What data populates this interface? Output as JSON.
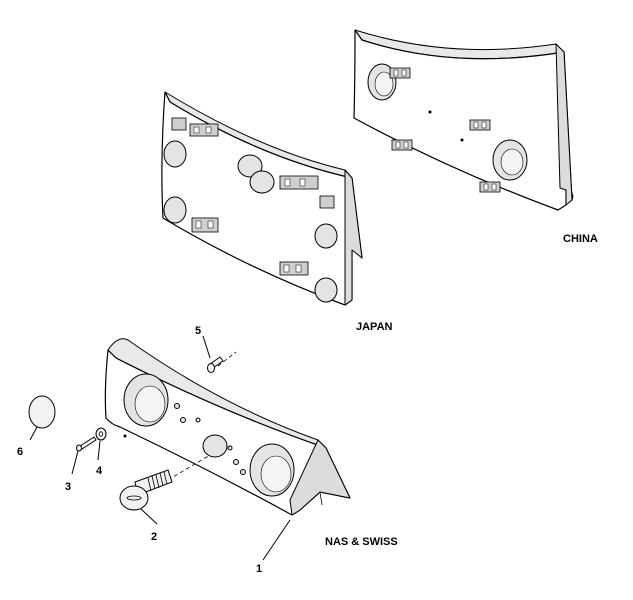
{
  "labels": {
    "china": "CHINA",
    "japan": "JAPAN",
    "nas_swiss": "NAS & SWISS"
  },
  "callouts": [
    "1",
    "2",
    "3",
    "4",
    "5",
    "6"
  ]
}
